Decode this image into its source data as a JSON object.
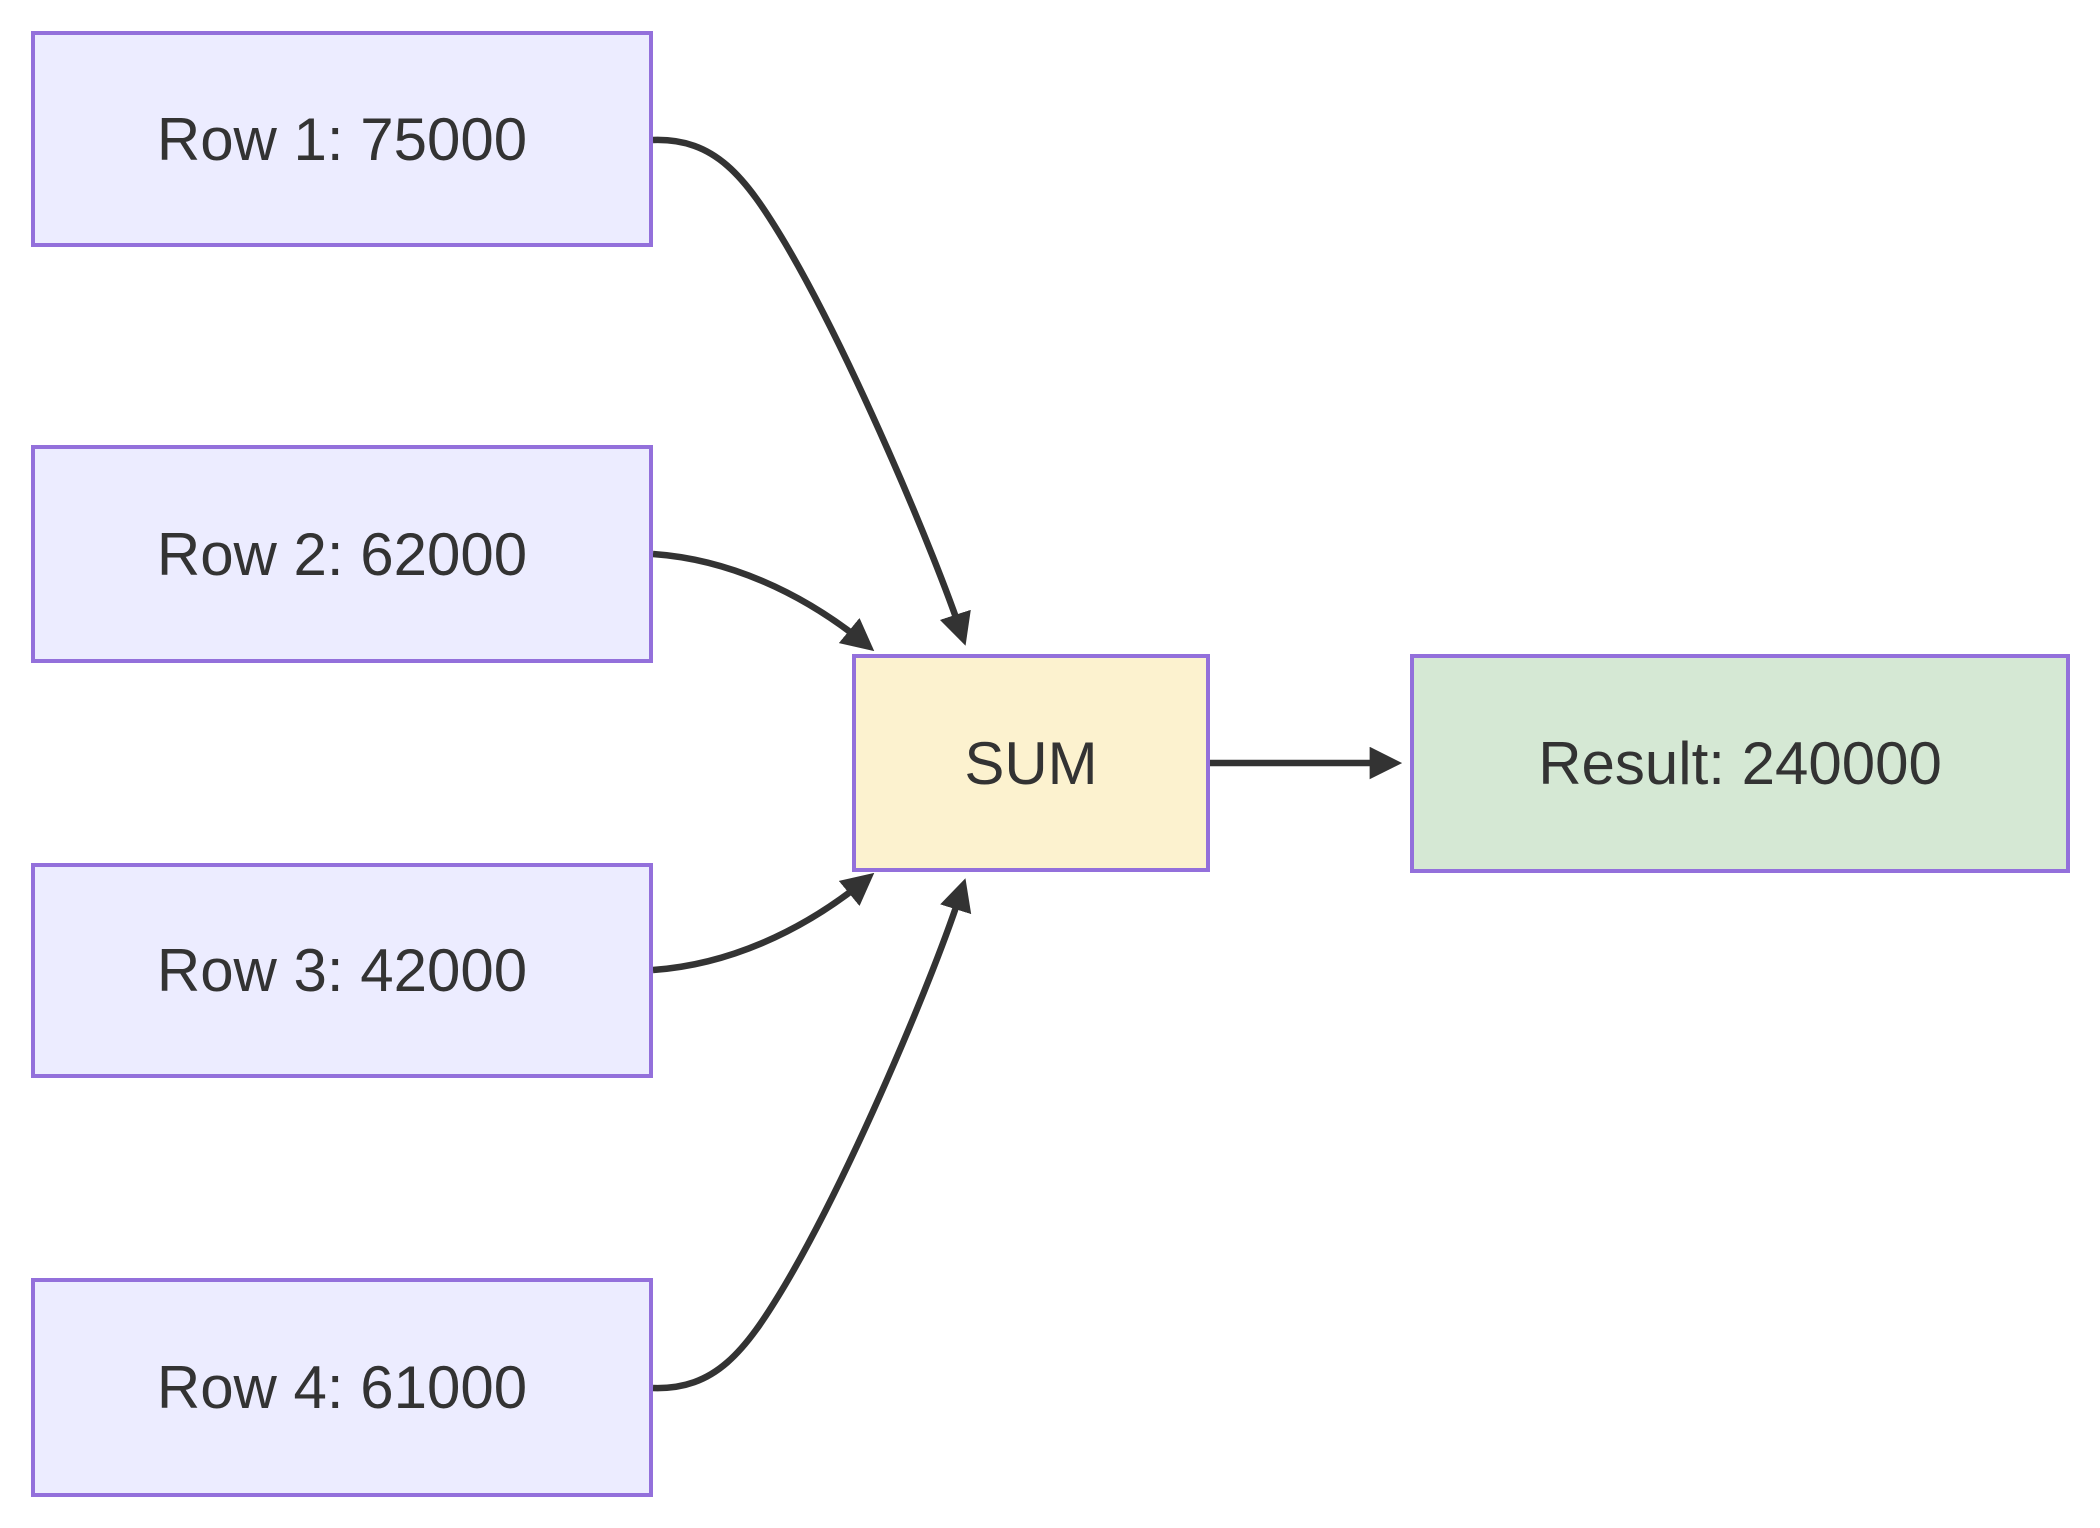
{
  "diagram": {
    "type": "flowchart",
    "direction": "left-to-right",
    "background": "#ffffff",
    "nodes": [
      {
        "id": "row1",
        "label": "Row 1: 75000",
        "role": "input",
        "fill": "#ECECFF",
        "border": "#9370DB",
        "text_color": "#333333"
      },
      {
        "id": "row2",
        "label": "Row 2: 62000",
        "role": "input",
        "fill": "#ECECFF",
        "border": "#9370DB",
        "text_color": "#333333"
      },
      {
        "id": "row3",
        "label": "Row 3: 42000",
        "role": "input",
        "fill": "#ECECFF",
        "border": "#9370DB",
        "text_color": "#333333"
      },
      {
        "id": "row4",
        "label": "Row 4: 61000",
        "role": "input",
        "fill": "#ECECFF",
        "border": "#9370DB",
        "text_color": "#333333"
      },
      {
        "id": "sum",
        "label": "SUM",
        "role": "operator",
        "fill": "#FCF2CF",
        "border": "#9370DB",
        "text_color": "#333333"
      },
      {
        "id": "result",
        "label": "Result: 240000",
        "role": "output",
        "fill": "#D5E8D4",
        "border": "#9370DB",
        "text_color": "#333333"
      }
    ],
    "edges": [
      {
        "from": "row1",
        "to": "sum",
        "style": "curved",
        "arrowhead": "filled-triangle"
      },
      {
        "from": "row2",
        "to": "sum",
        "style": "curved",
        "arrowhead": "filled-triangle"
      },
      {
        "from": "row3",
        "to": "sum",
        "style": "curved",
        "arrowhead": "filled-triangle"
      },
      {
        "from": "row4",
        "to": "sum",
        "style": "curved",
        "arrowhead": "filled-triangle"
      },
      {
        "from": "sum",
        "to": "result",
        "style": "straight",
        "arrowhead": "filled-triangle"
      }
    ],
    "edge_color": "#333333"
  }
}
